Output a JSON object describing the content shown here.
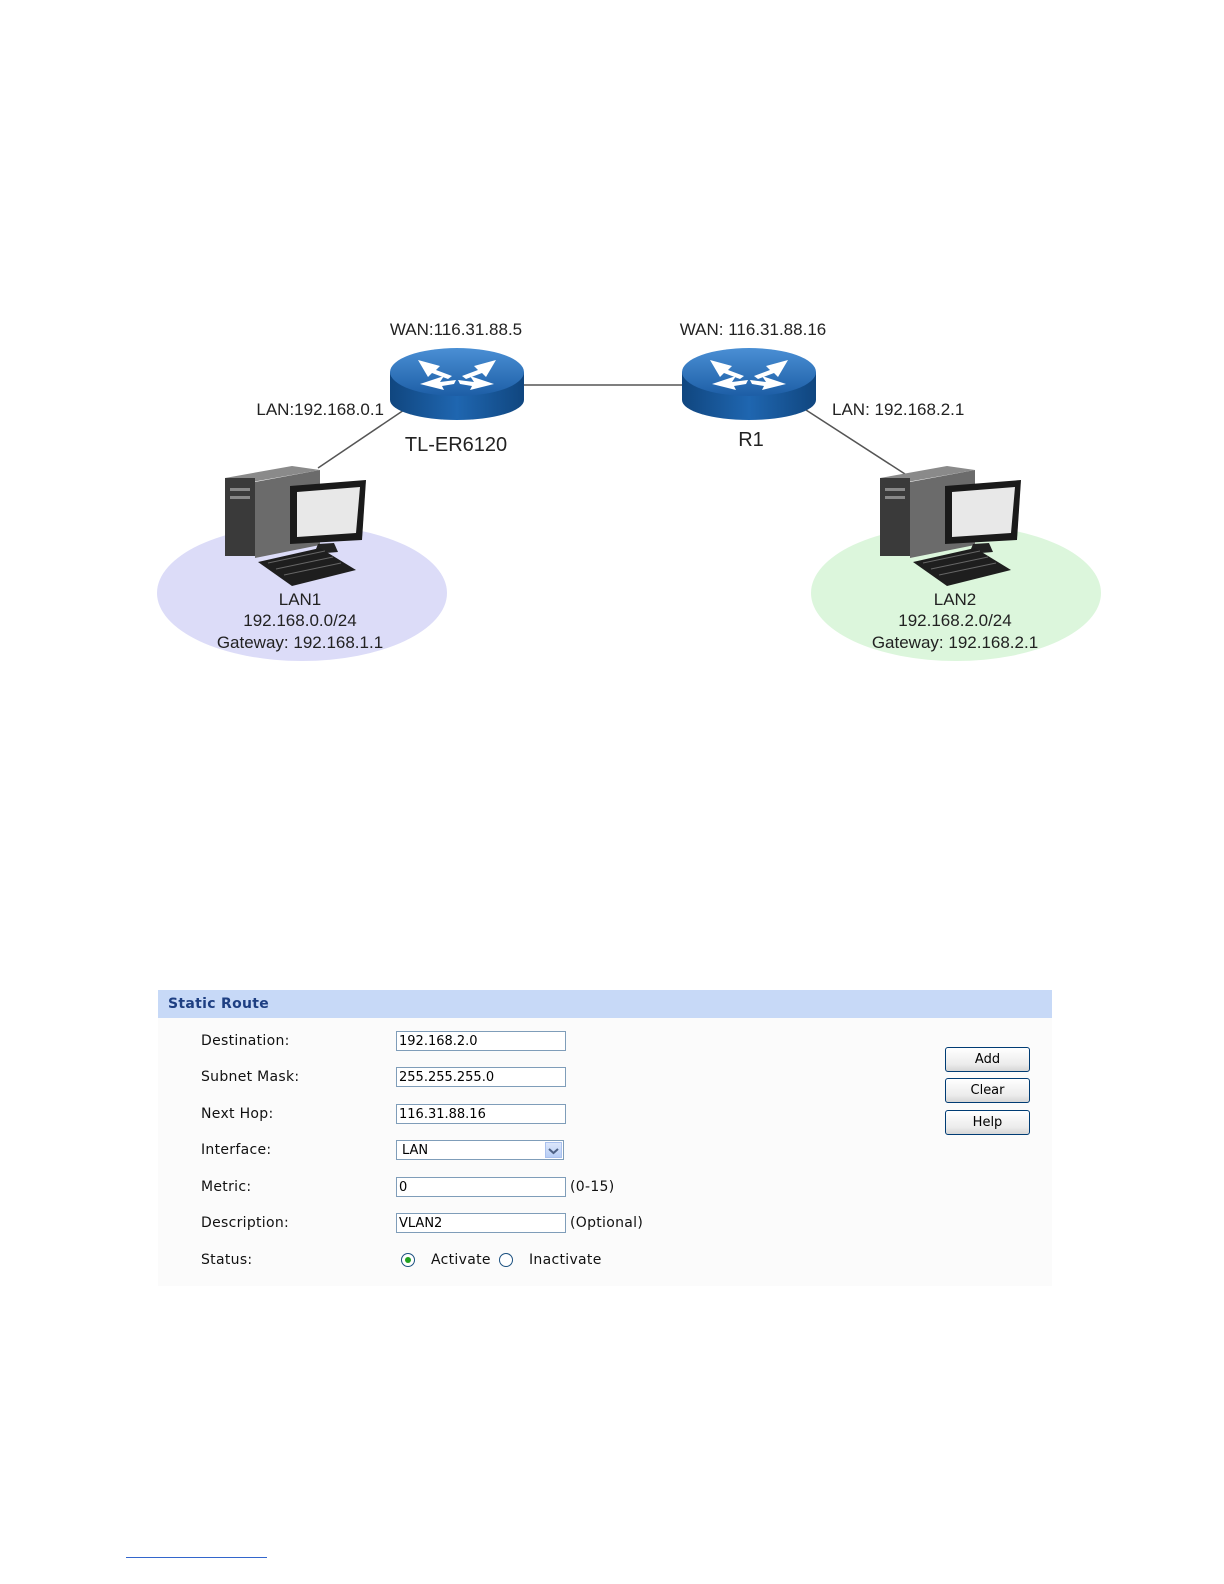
{
  "diagram": {
    "router1": {
      "name": "TL-ER6120",
      "wan": "WAN:116.31.88.5",
      "lan": "LAN:192.168.0.1"
    },
    "router2": {
      "name": "R1",
      "wan": "WAN: 116.31.88.16",
      "lan": "LAN: 192.168.2.1"
    },
    "lan1": {
      "name": "LAN1",
      "subnet": "192.168.0.0/24",
      "gateway": "Gateway: 192.168.1.1",
      "color": "#dcdcf8"
    },
    "lan2": {
      "name": "LAN2",
      "subnet": "192.168.2.0/24",
      "gateway": "Gateway: 192.168.2.1",
      "color": "#dcf6dc"
    },
    "router_color": "#1c5a9a"
  },
  "panel": {
    "title": "Static Route",
    "header_color": "#c7d9f7",
    "fields": {
      "destination": {
        "label": "Destination:",
        "value": "192.168.2.0"
      },
      "subnet_mask": {
        "label": "Subnet Mask:",
        "value": "255.255.255.0"
      },
      "next_hop": {
        "label": "Next Hop:",
        "value": "116.31.88.16"
      },
      "interface": {
        "label": "Interface:",
        "value": "LAN"
      },
      "metric": {
        "label": "Metric:",
        "value": "0",
        "hint": "(0-15)"
      },
      "description": {
        "label": "Description:",
        "value": "VLAN2",
        "hint": "(Optional)"
      },
      "status": {
        "label": "Status:",
        "options": [
          "Activate",
          "Inactivate"
        ],
        "selected": "Activate"
      }
    },
    "buttons": {
      "add": "Add",
      "clear": "Clear",
      "help": "Help"
    }
  }
}
